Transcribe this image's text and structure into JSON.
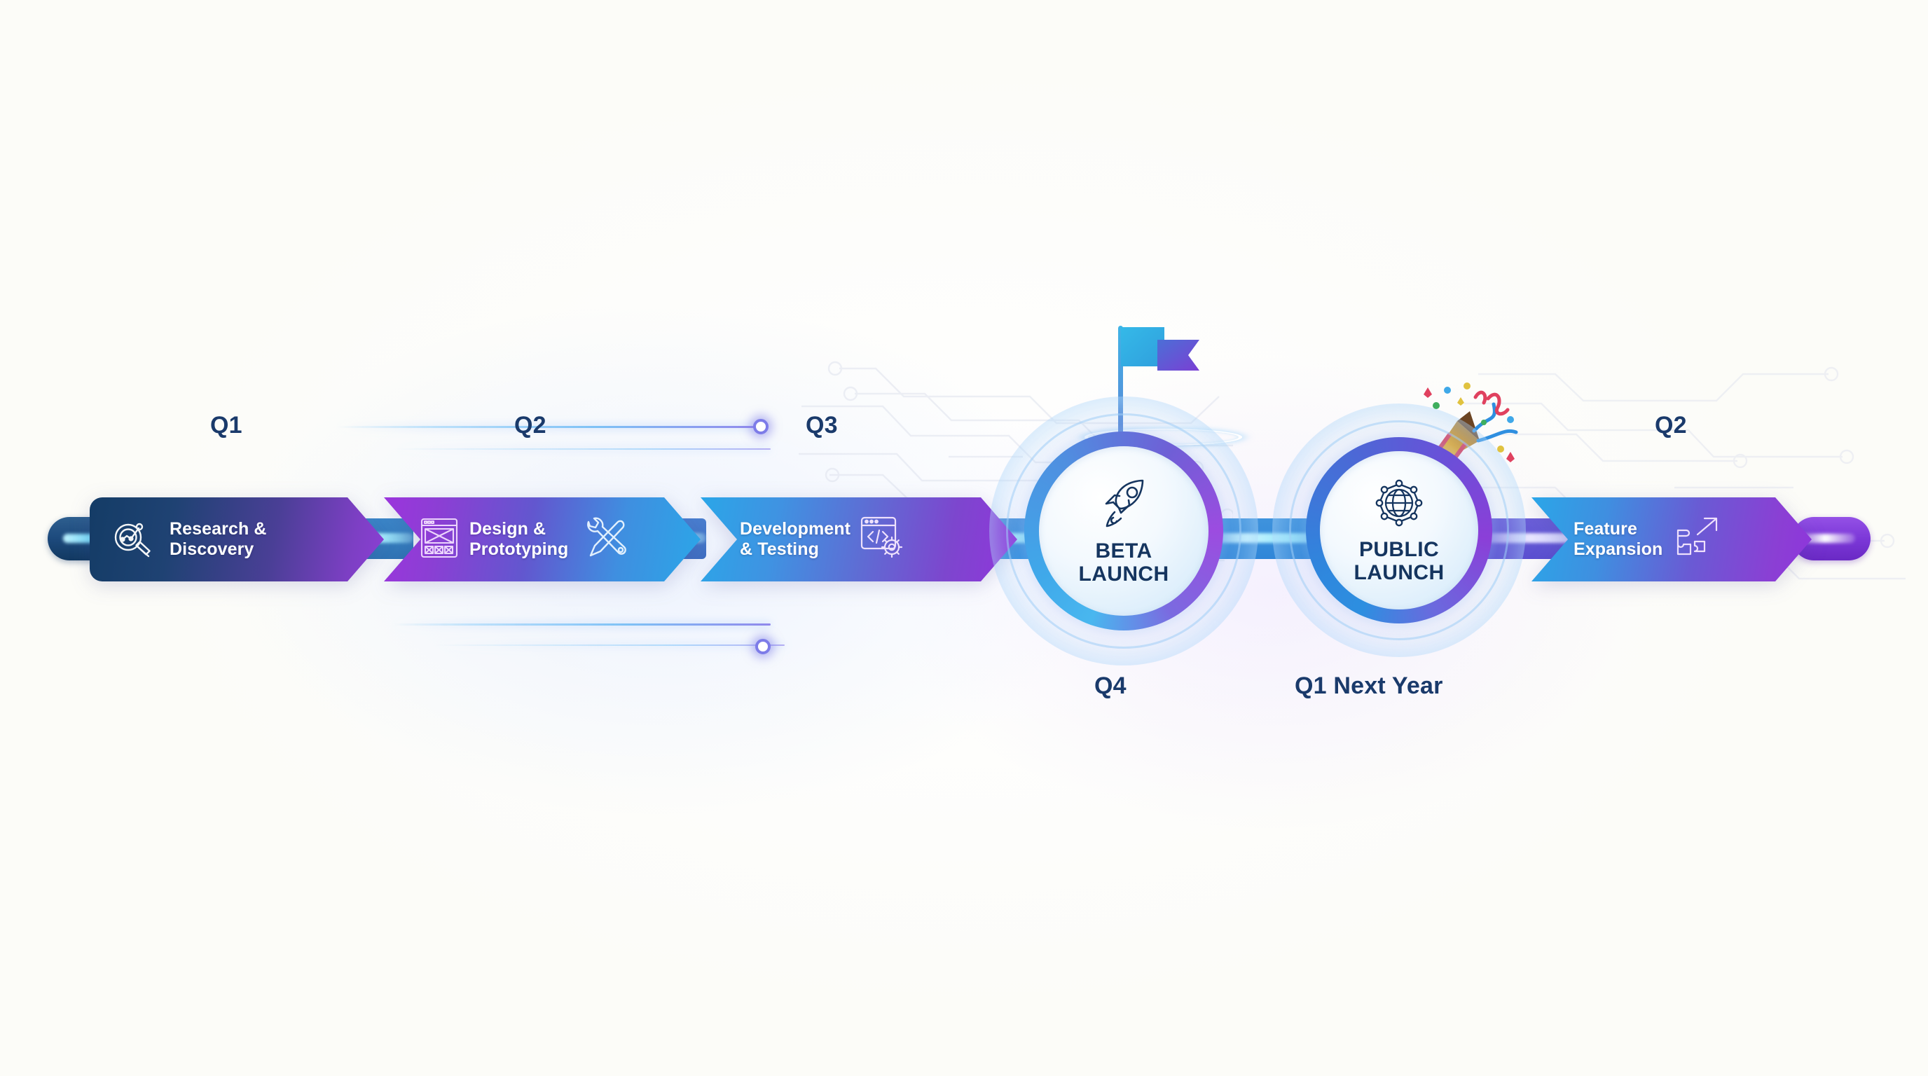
{
  "diagram": {
    "type": "product-roadmap-timeline",
    "background_color": "#fdfdfb",
    "accent_navy": "#1a3a6b",
    "accent_cyan": "#3fb4e6",
    "accent_purple": "#8b3fd4"
  },
  "phases": [
    {
      "id": "research-discovery",
      "quarter": "Q1",
      "label": "Research &\nDiscovery",
      "icon": "magnifier-analytics-icon",
      "icon_side": "left",
      "gradient_from": "#123961",
      "gradient_to": "#8b3fd4"
    },
    {
      "id": "design-prototyping",
      "quarter": "Q2",
      "label": "Design &\nPrototyping",
      "icon": "wireframe-icon",
      "icon2": "wrench-screwdriver-icon",
      "icon_side": "both",
      "gradient_from": "#9b35dc",
      "gradient_to": "#2ba6e8"
    },
    {
      "id": "development-testing",
      "quarter": "Q3",
      "label": "Development\n& Testing",
      "icon": "code-window-gear-icon",
      "icon_side": "right",
      "gradient_from": "#2ba6e8",
      "gradient_to": "#8b3fd4"
    },
    {
      "id": "feature-expansion",
      "quarter": "Q2",
      "label": "Feature\nExpansion",
      "icon": "puzzle-growth-arrow-icon",
      "icon_side": "right",
      "gradient_from": "#2ba6e8",
      "gradient_to": "#8b3fd4"
    }
  ],
  "milestones": [
    {
      "id": "beta-launch",
      "label": "BETA\nLAUNCH",
      "quarter": "Q4",
      "icon": "rocket-icon",
      "decoration": "flag-with-orbit",
      "ring_from": "#3fa9ea",
      "ring_to": "#9c4ce0"
    },
    {
      "id": "public-launch",
      "label": "PUBLIC\nLAUNCH",
      "quarter": "Q1 Next Year",
      "icon": "globe-network-icon",
      "decoration": "party-popper",
      "ring_from": "#2d8fe0",
      "ring_to": "#7b3fd8"
    }
  ]
}
